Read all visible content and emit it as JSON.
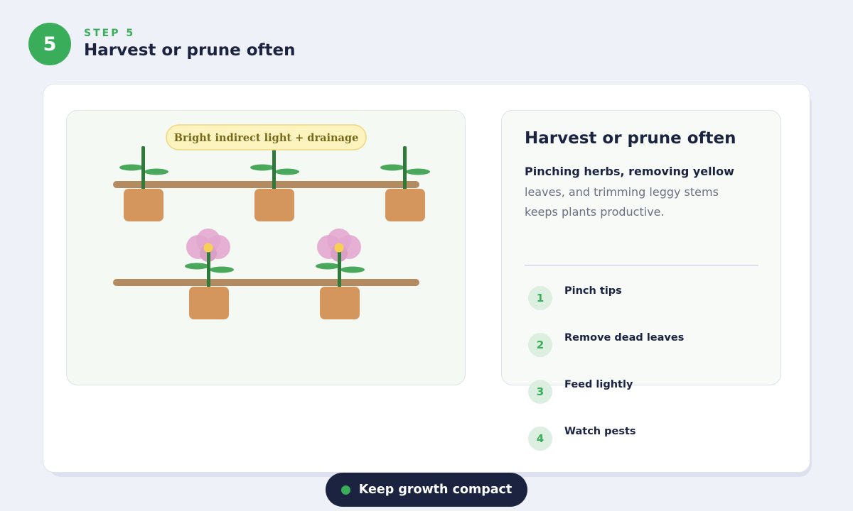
{
  "header": {
    "step_number": "5",
    "kicker": "STEP 5",
    "title": "Harvest or prune often"
  },
  "illustration": {
    "badge": "Bright indirect light + drainage",
    "icons": [
      "herb-plant-icon",
      "flowering-plant-icon",
      "plant-pot-icon",
      "shelf-icon"
    ],
    "colors": {
      "shelf": "#b48a60",
      "pot": "#d4965c",
      "stem": "#2f7a3b",
      "leaf": "#4aa85c",
      "petal": "#e3a7cf",
      "flower_center": "#f7cf52",
      "badge_bg": "#fdf3bf",
      "badge_border": "#efd77a",
      "badge_text": "#76691a"
    }
  },
  "info": {
    "title": "Harvest or prune often",
    "lead": "Pinching herbs, removing yellow",
    "body": "leaves, and trimming leggy stems keeps plants productive."
  },
  "tips": [
    {
      "number": "1",
      "label": "Pinch tips"
    },
    {
      "number": "2",
      "label": "Remove dead leaves"
    },
    {
      "number": "3",
      "label": "Feed lightly"
    },
    {
      "number": "4",
      "label": "Watch pests"
    }
  ],
  "footer": {
    "pill_label": "Keep growth compact"
  },
  "colors": {
    "accent": "#39ad5a",
    "ink": "#1b2340",
    "page_bg": "#eef1f8"
  }
}
